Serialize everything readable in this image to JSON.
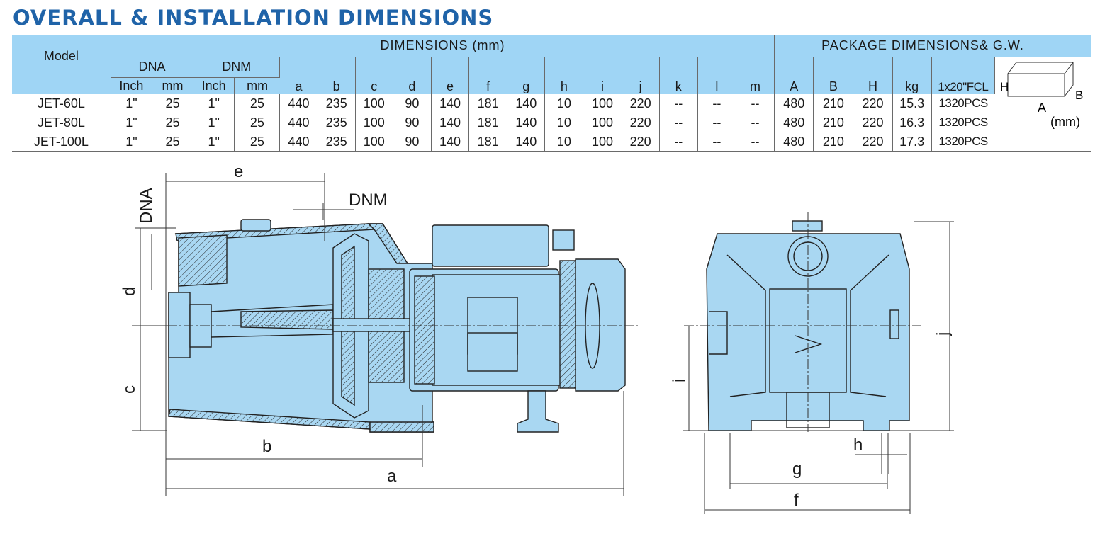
{
  "title": "OVERALL & INSTALLATION DIMENSIONS",
  "table": {
    "model_header": "Model",
    "dimensions_header": "DIMENSIONS (mm)",
    "package_header": "PACKAGE DIMENSIONS& G.W.",
    "dna_header": "DNA",
    "dnm_header": "DNM",
    "unit_inch": "Inch",
    "unit_mm": "mm",
    "letter_columns": [
      "a",
      "b",
      "c",
      "d",
      "e",
      "f",
      "g",
      "h",
      "i",
      "j",
      "k",
      "l",
      "m"
    ],
    "package_columns": [
      "A",
      "B",
      "H",
      "kg",
      "1x20\"FCL"
    ],
    "rows": [
      {
        "model": "JET-60L",
        "dna_inch": "1\"",
        "dna_mm": "25",
        "dnm_inch": "1\"",
        "dnm_mm": "25",
        "dims": [
          "440",
          "235",
          "100",
          "90",
          "140",
          "181",
          "140",
          "10",
          "100",
          "220",
          "--",
          "--",
          "--"
        ],
        "pkg": [
          "480",
          "210",
          "220",
          "15.3",
          "1320PCS"
        ]
      },
      {
        "model": "JET-80L",
        "dna_inch": "1\"",
        "dna_mm": "25",
        "dnm_inch": "1\"",
        "dnm_mm": "25",
        "dims": [
          "440",
          "235",
          "100",
          "90",
          "140",
          "181",
          "140",
          "10",
          "100",
          "220",
          "--",
          "--",
          "--"
        ],
        "pkg": [
          "480",
          "210",
          "220",
          "16.3",
          "1320PCS"
        ]
      },
      {
        "model": "JET-100L",
        "dna_inch": "1\"",
        "dna_mm": "25",
        "dnm_inch": "1\"",
        "dnm_mm": "25",
        "dims": [
          "440",
          "235",
          "100",
          "90",
          "140",
          "181",
          "140",
          "10",
          "100",
          "220",
          "--",
          "--",
          "--"
        ],
        "pkg": [
          "480",
          "210",
          "220",
          "17.3",
          "1320PCS"
        ]
      }
    ],
    "box_legend": {
      "h": "H",
      "b": "B",
      "a": "A",
      "unit": "(mm)"
    }
  },
  "drawing": {
    "side_labels": {
      "e": "e",
      "dna": "DNA",
      "dnm": "DNM",
      "d": "d",
      "c": "c",
      "b": "b",
      "a": "a"
    },
    "front_labels": {
      "i": "i",
      "j": "j",
      "h": "h",
      "g": "g",
      "f": "f"
    },
    "colors": {
      "body": "#a9d7f2",
      "line": "#222222",
      "header": "#9fd5f5",
      "title": "#1f63a8"
    }
  }
}
